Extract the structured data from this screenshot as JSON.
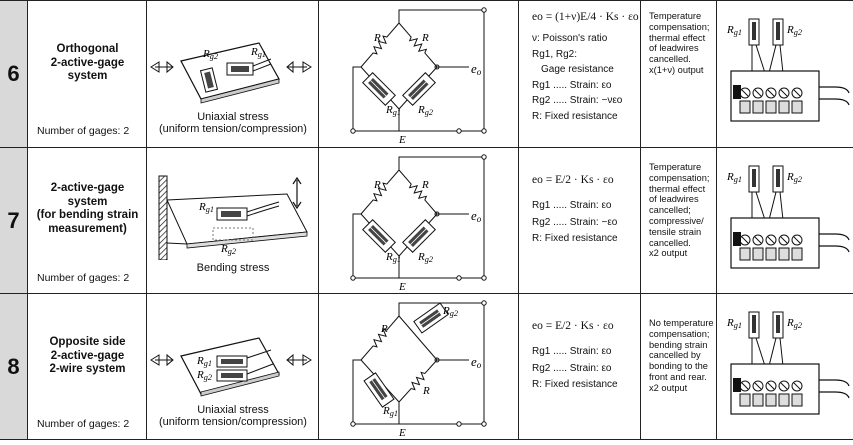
{
  "rows": [
    {
      "number": "6",
      "system_lines": [
        "Orthogonal",
        "2-active-gage",
        "system"
      ],
      "gages": "Number of gages: 2",
      "caption_lines": [
        "Uniaxial stress",
        "(uniform tension/compression)"
      ],
      "bridge": {
        "r1": "R",
        "r2": "R",
        "g1": "Rg1",
        "g2": "Rg2",
        "out": "eo",
        "supply": "E"
      },
      "formula": [
        "eo = (1+ν)E/4 · Ks · εo",
        "ν: Poisson's ratio",
        "Rg1, Rg2:",
        "Gage resistance",
        "Rg1 ..... Strain: εo",
        "Rg2 ..... Strain: −νεo",
        "R: Fixed resistance"
      ],
      "note_lines": [
        "Temperature",
        "compensation;",
        "thermal effect",
        "of leadwires",
        "cancelled.",
        "x(1+ν) output"
      ],
      "wiring": {
        "g1": "Rg1",
        "g2": "Rg2"
      }
    },
    {
      "number": "7",
      "system_lines": [
        "2-active-gage",
        "system",
        "(for bending strain",
        "measurement)"
      ],
      "gages": "Number of gages: 2",
      "caption_lines": [
        "Bending stress"
      ],
      "bridge": {
        "r1": "R",
        "r2": "R",
        "g1": "Rg1",
        "g2": "Rg2",
        "out": "eo",
        "supply": "E"
      },
      "formula": [
        "eo = E/2 · Ks · εo",
        "Rg1 ..... Strain: εo",
        "Rg2 ..... Strain: −εo",
        "R: Fixed resistance"
      ],
      "note_lines": [
        "Temperature",
        "compensation;",
        "thermal effect",
        "of leadwires",
        "cancelled;",
        "compressive/",
        "tensile strain",
        "cancelled.",
        "x2 output"
      ],
      "wiring": {
        "g1": "Rg1",
        "g2": "Rg2"
      }
    },
    {
      "number": "8",
      "system_lines": [
        "Opposite side",
        "2-active-gage",
        "2-wire system"
      ],
      "gages": "Number of gages: 2",
      "caption_lines": [
        "Uniaxial stress",
        "(uniform tension/compression)"
      ],
      "bridge": {
        "r1": "R",
        "r2": "R",
        "g1": "Rg1",
        "g2": "Rg2",
        "out": "eo",
        "supply": "E"
      },
      "formula": [
        "eo = E/2 · Ks · εo",
        "Rg1 ..... Strain: εo",
        "Rg2 ..... Strain: εo",
        "R: Fixed resistance"
      ],
      "note_lines": [
        "No temperature",
        "compensation;",
        "bending strain",
        "cancelled by",
        "bonding to the",
        "front and rear.",
        "x2 output"
      ],
      "wiring": {
        "g1": "Rg1",
        "g2": "Rg2"
      }
    }
  ]
}
